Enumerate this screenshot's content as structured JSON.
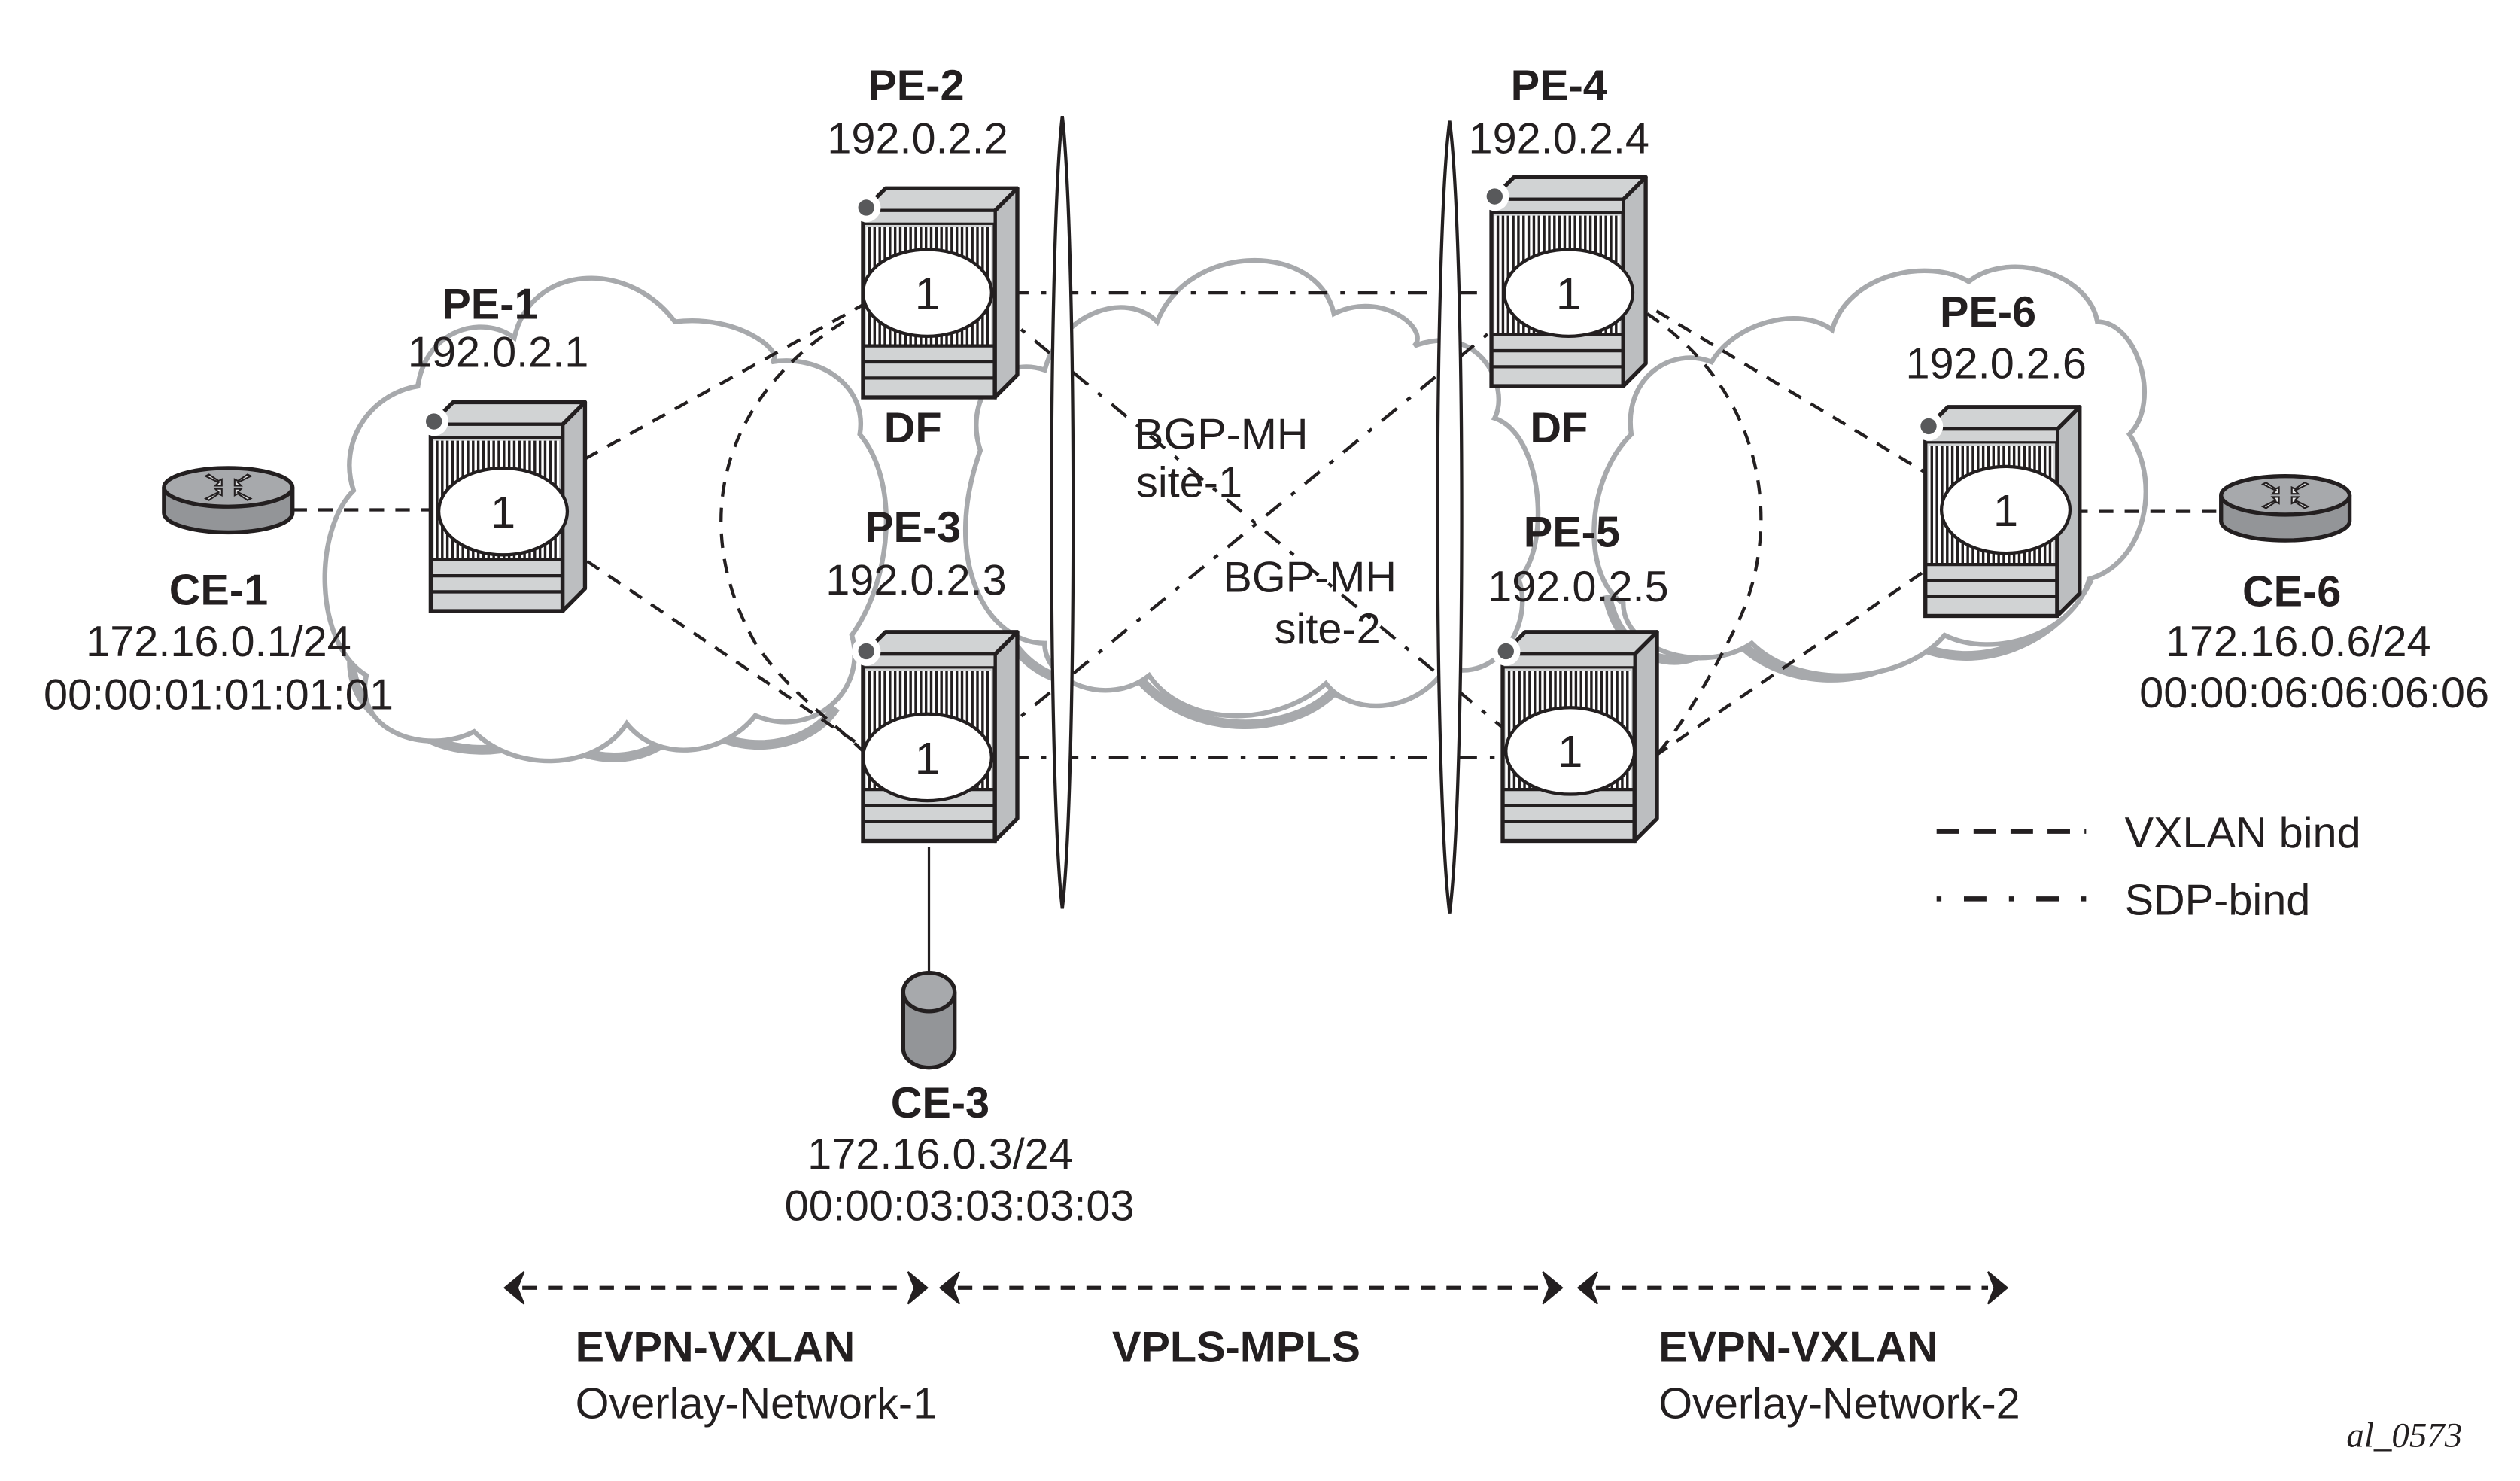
{
  "diagram": {
    "nodes": {
      "pe1": {
        "name": "PE-1",
        "ip": "192.0.2.1",
        "service": "1"
      },
      "pe2": {
        "name": "PE-2",
        "ip": "192.0.2.2",
        "service": "1",
        "role": "DF"
      },
      "pe3": {
        "name": "PE-3",
        "ip": "192.0.2.3",
        "service": "1"
      },
      "pe4": {
        "name": "PE-4",
        "ip": "192.0.2.4",
        "service": "1",
        "role": "DF"
      },
      "pe5": {
        "name": "PE-5",
        "ip": "192.0.2.5",
        "service": "1"
      },
      "pe6": {
        "name": "PE-6",
        "ip": "192.0.2.6",
        "service": "1"
      },
      "ce1": {
        "name": "CE-1",
        "ip": "172.16.0.1/24",
        "mac": "00:00:01:01:01:01"
      },
      "ce3": {
        "name": "CE-3",
        "ip": "172.16.0.3/24",
        "mac": "00:00:03:03:03:03"
      },
      "ce6": {
        "name": "CE-6",
        "ip": "172.16.0.6/24",
        "mac": "00:00:06:06:06:06"
      }
    },
    "multihoming_sites": [
      {
        "line1": "BGP-MH",
        "line2": "site-1"
      },
      {
        "line1": "BGP-MH",
        "line2": "site-2"
      }
    ],
    "legend": [
      {
        "style": "dashed",
        "label": "VXLAN bind"
      },
      {
        "style": "dash-dot",
        "label": "SDP-bind"
      }
    ],
    "domains": [
      {
        "title": "EVPN-VXLAN",
        "subtitle": "Overlay-Network-1"
      },
      {
        "title": "VPLS-MPLS",
        "subtitle": ""
      },
      {
        "title": "EVPN-VXLAN",
        "subtitle": "Overlay-Network-2"
      }
    ],
    "figure_id": "al_0573",
    "colors": {
      "ink": "#231f20",
      "cloud_outline": "#a7a9ac",
      "router_body": "#939598",
      "chassis_face": "#d1d3d4"
    }
  }
}
